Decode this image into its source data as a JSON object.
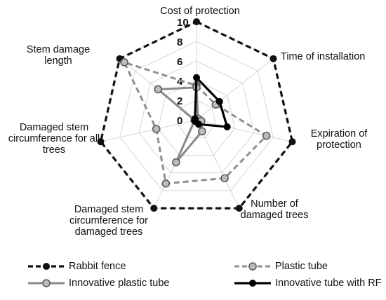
{
  "chart_data": {
    "type": "radar",
    "title": "",
    "axes": [
      "Cost of protection",
      "Time of installation",
      "Expiration of protection",
      "Number of damaged trees",
      "Damaged stem circumference for damaged trees",
      "Damaged stem circumference for all trees",
      "Stem damage length"
    ],
    "axis_label_lines": [
      [
        "Cost of protection"
      ],
      [
        "Time of installation"
      ],
      [
        "Expiration of",
        "protection"
      ],
      [
        "Number of",
        "damaged trees"
      ],
      [
        "Damaged stem",
        "circumference for",
        "damaged trees"
      ],
      [
        "Damaged stem",
        "circumference for all",
        "trees"
      ],
      [
        "Stem damage",
        "length"
      ]
    ],
    "rmin": 0,
    "rmax": 10,
    "ticks": [
      "0",
      "2",
      "4",
      "6",
      "8",
      "10"
    ],
    "grid": true,
    "legend_position": "bottom",
    "series": [
      {
        "name": "Rabbit fence",
        "values": [
          10,
          10,
          10,
          10,
          10,
          10,
          10
        ],
        "color": "#111111",
        "dash": "dashed",
        "width": 3.2
      },
      {
        "name": "Plastic tube",
        "values": [
          3.5,
          2.5,
          7.3,
          6.6,
          7.2,
          4.2,
          9.4
        ],
        "color": "#8f8f8f",
        "dash": "dashed",
        "width": 3
      },
      {
        "name": "Innovative plastic tube",
        "values": [
          3.3,
          0.2,
          0.5,
          1.3,
          4.8,
          0.2,
          5.0
        ],
        "color": "#8a8a8a",
        "dash": "solid",
        "width": 3
      },
      {
        "name": "Innovative tube with RF",
        "values": [
          4.3,
          3.0,
          3.2,
          0.5,
          0.2,
          0.2,
          0.2
        ],
        "color": "#000000",
        "dash": "solid",
        "width": 3.2
      }
    ]
  }
}
